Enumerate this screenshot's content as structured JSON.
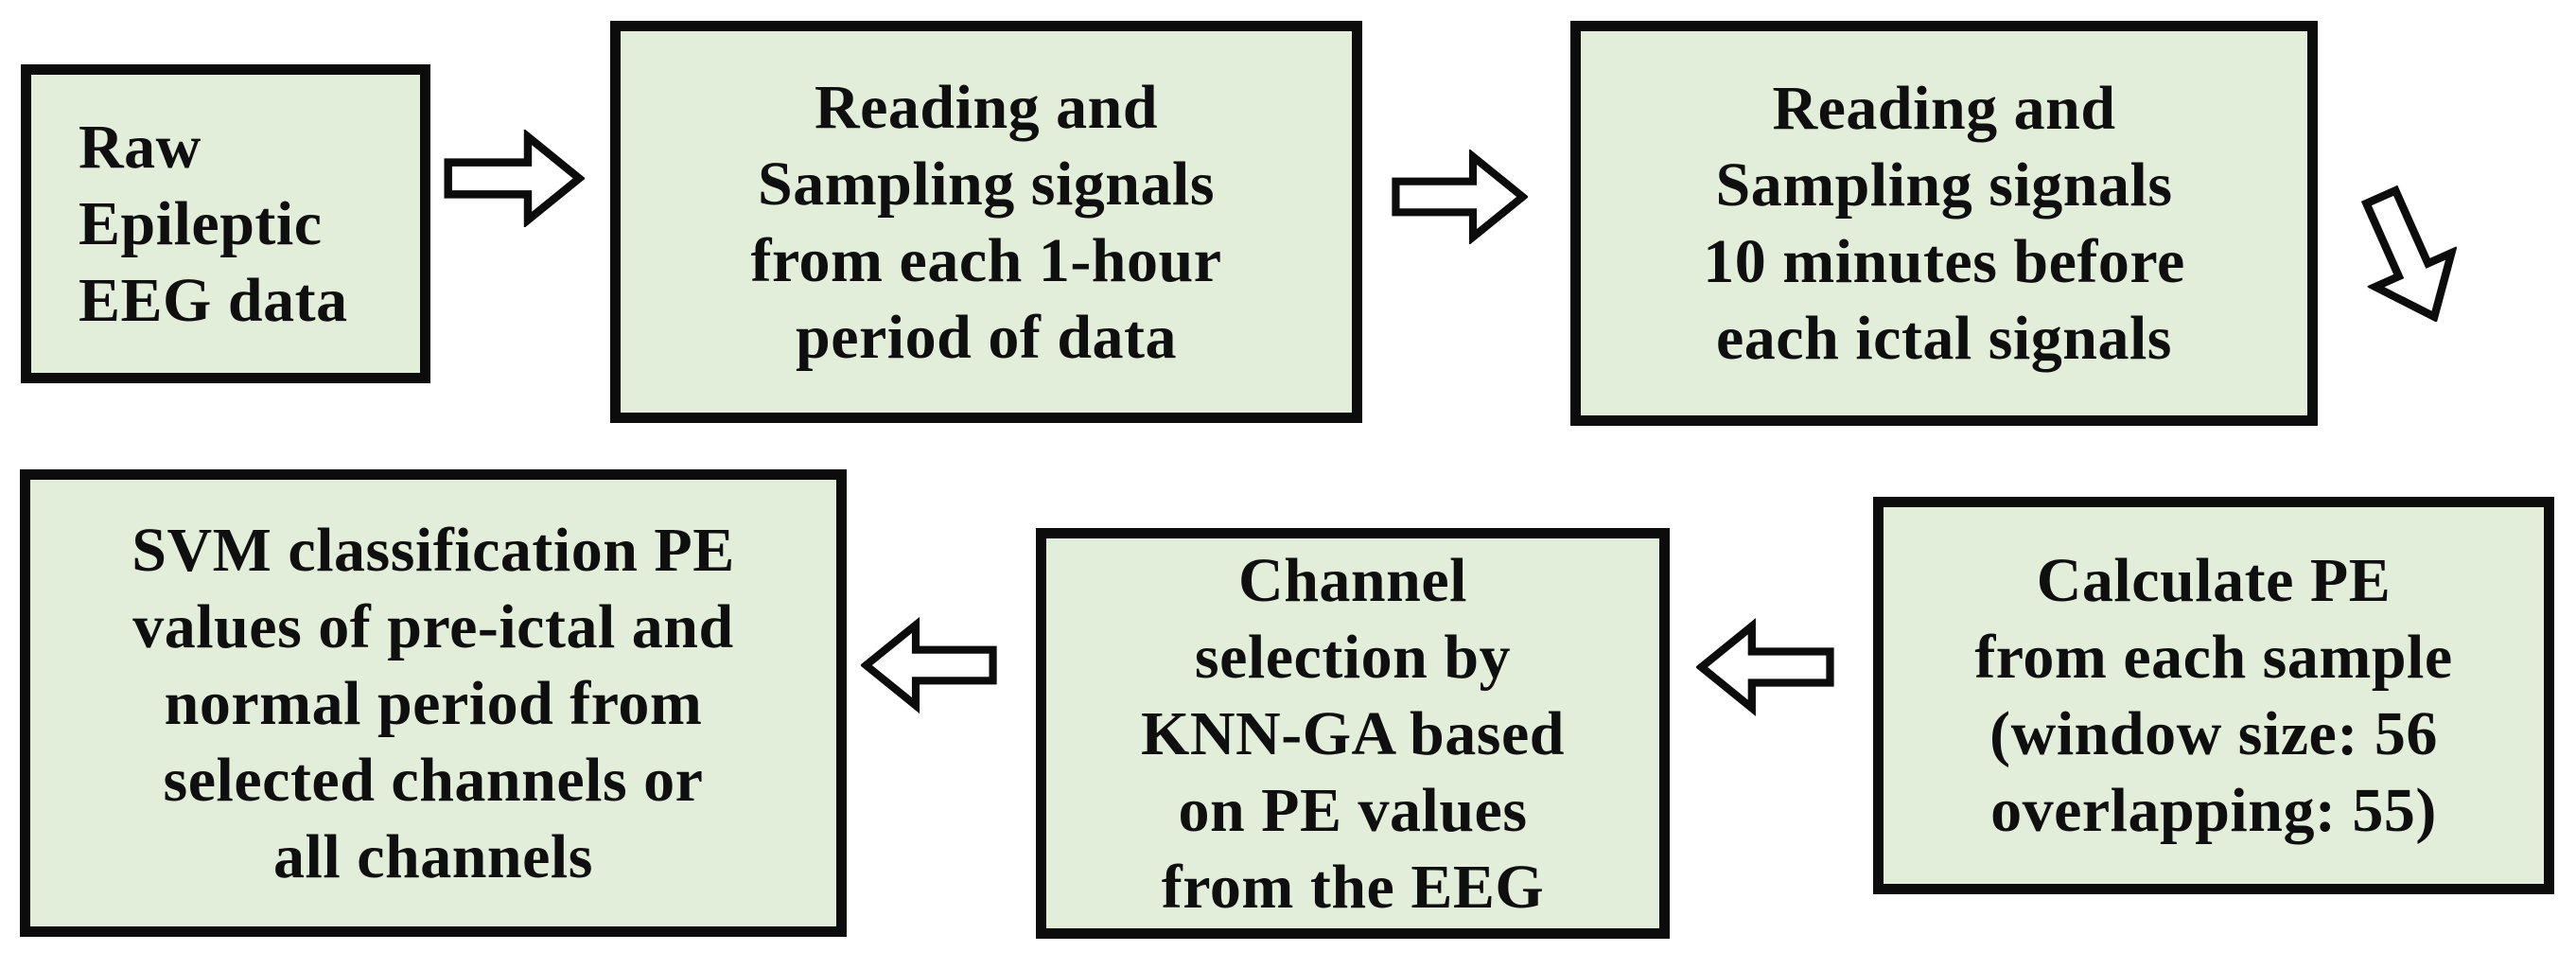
{
  "colors": {
    "background": "#ffffff",
    "box_fill": "#e3eeda",
    "box_border": "#0c0c0c",
    "arrow_fill": "#ffffff",
    "arrow_outline": "#0c0c0c",
    "text": "#0f0f0f"
  },
  "boxes": [
    {
      "id": "raw-eeg-data",
      "lines": [
        "Raw",
        "Epileptic",
        "EEG data"
      ]
    },
    {
      "id": "reading-sampling-1-hour",
      "lines": [
        "Reading and",
        "Sampling signals",
        "from each 1-hour",
        "period of data"
      ]
    },
    {
      "id": "reading-sampling-10-minutes",
      "lines": [
        "Reading and",
        "Sampling signals",
        "10 minutes before",
        "each ictal signals"
      ]
    },
    {
      "id": "calculate-pe",
      "lines": [
        "Calculate PE",
        "from each sample",
        "(window size: 56",
        "overlapping: 55)"
      ]
    },
    {
      "id": "channel-selection",
      "lines": [
        "Channel",
        "selection by",
        "KNN-GA based",
        "on PE values",
        "from the EEG"
      ]
    },
    {
      "id": "svm-classification",
      "lines": [
        "SVM classification PE",
        "values of pre-ictal and",
        "normal period from",
        "selected channels or",
        "all channels"
      ]
    }
  ],
  "arrows": [
    {
      "id": "arrow-1",
      "direction": "right",
      "icon": "block-arrow-right-icon"
    },
    {
      "id": "arrow-2",
      "direction": "right",
      "icon": "block-arrow-right-icon"
    },
    {
      "id": "arrow-3",
      "direction": "down-right",
      "icon": "block-arrow-down-right-icon"
    },
    {
      "id": "arrow-4",
      "direction": "left",
      "icon": "block-arrow-left-icon"
    },
    {
      "id": "arrow-5",
      "direction": "left",
      "icon": "block-arrow-left-icon"
    }
  ]
}
